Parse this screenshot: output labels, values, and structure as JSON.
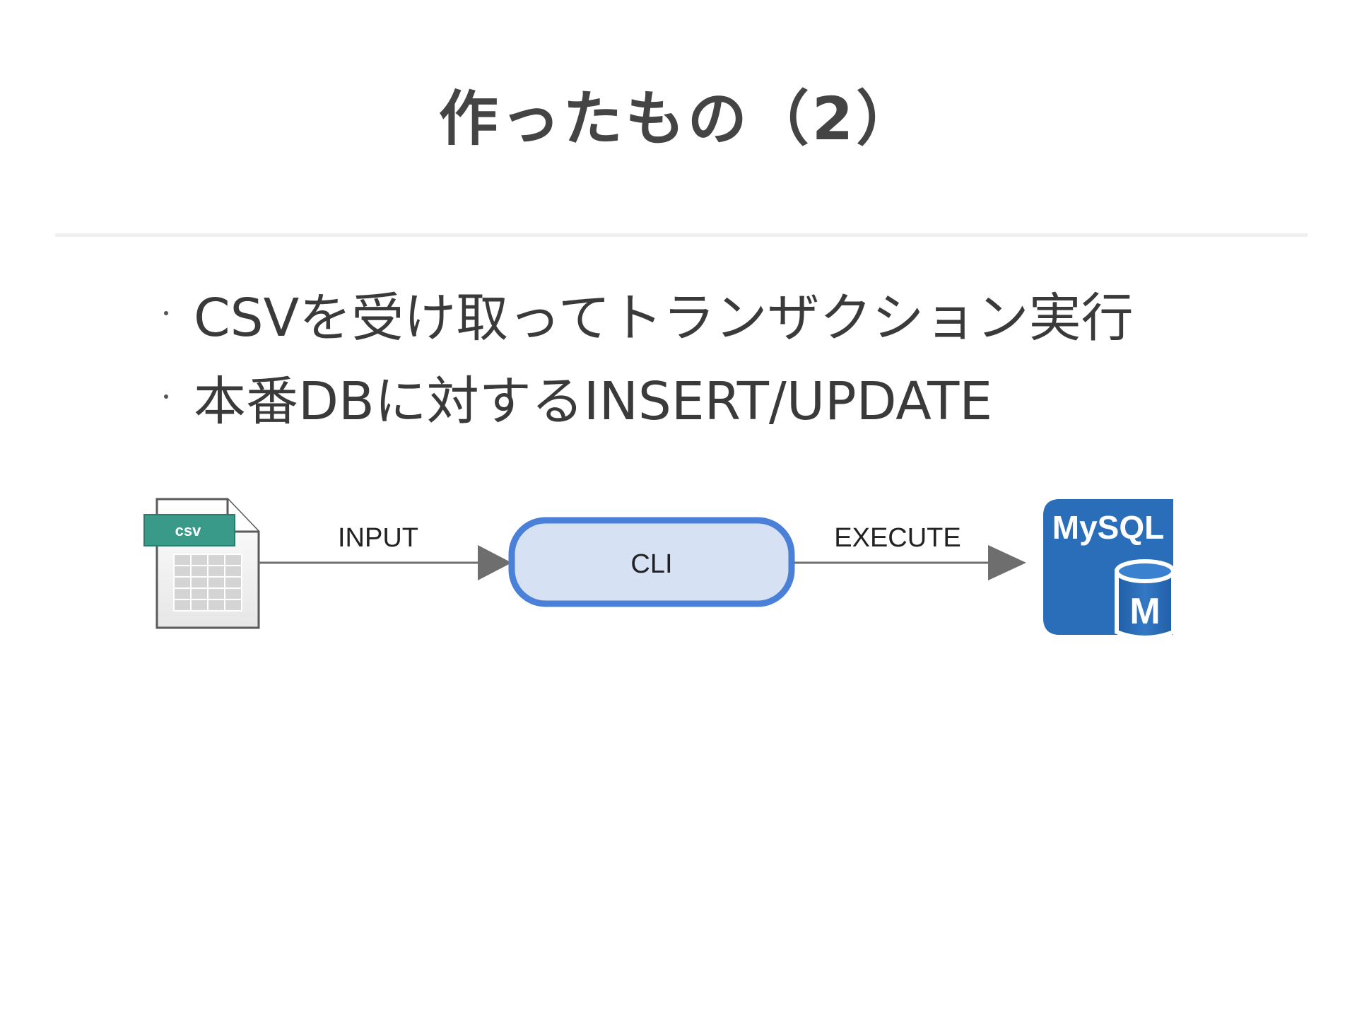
{
  "slide": {
    "title": "作ったもの（2）",
    "bullets": [
      "CSVを受け取ってトランザクション実行",
      "本番DBに対するINSERT/UPDATE"
    ]
  },
  "diagram": {
    "csv_icon": {
      "badge": "csv"
    },
    "input_label": "INPUT",
    "cli_label": "CLI",
    "execute_label": "EXECUTE",
    "mysql_icon": {
      "text": "MySQL",
      "letter": "M"
    },
    "colors": {
      "csv_badge": "#3a9a8a",
      "cli_fill": "#d6e2f4",
      "cli_border": "#4a80d8",
      "mysql_bg": "#2a6db8",
      "arrow": "#6e6e6e"
    }
  }
}
